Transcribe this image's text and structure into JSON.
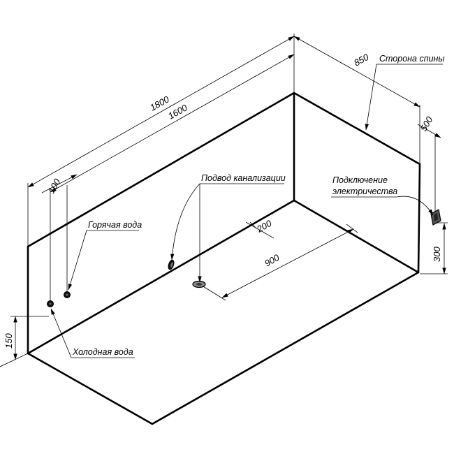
{
  "dimensions": {
    "length_outer": "1800",
    "length_inner": "1600",
    "width": "850",
    "hot_water_offset": "100",
    "drain_offset_200": "200",
    "drain_offset_900": "900",
    "electrical_offset": "500",
    "electrical_height": "300",
    "cold_water_height": "150"
  },
  "labels": {
    "back_side": "Сторона спины",
    "drain": "Подвод канализации",
    "electrical_line1": "Подключение",
    "electrical_line2": "электричества",
    "hot_water": "Горячая вода",
    "cold_water": "Холодная вода"
  }
}
